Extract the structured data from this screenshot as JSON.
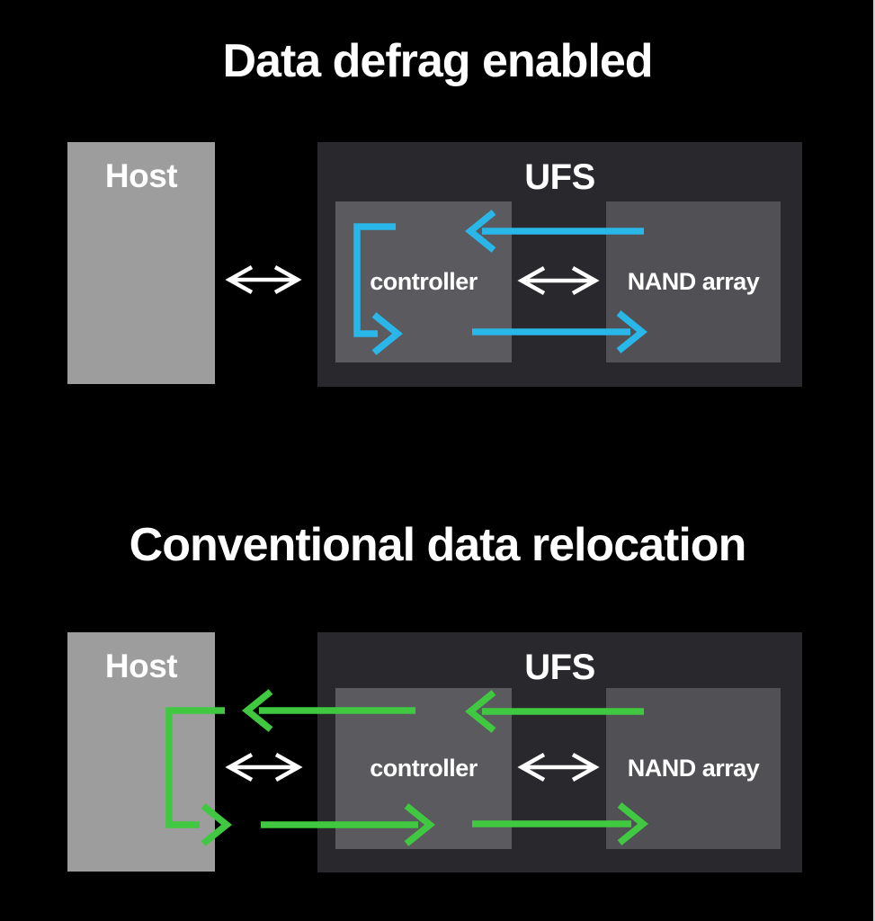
{
  "colors": {
    "background": "#000000",
    "host_box": "#9d9d9d",
    "ufs_box": "#29282d",
    "controller_box": "#5b5a5f",
    "nand_box": "#515055",
    "label_text": "#ffffff",
    "sync_arrow_white": "#ffffff",
    "defrag_arrow_blue": "#29b6e8",
    "relocation_arrow_green": "#40c940",
    "edge_line": "#cfcfcf"
  },
  "sections": {
    "defrag": {
      "title": "Data defrag enabled",
      "host_label": "Host",
      "ufs_label": "UFS",
      "controller_label": "controller",
      "nand_label": "NAND array"
    },
    "conventional": {
      "title": "Conventional data relocation",
      "host_label": "Host",
      "ufs_label": "UFS",
      "controller_label": "controller",
      "nand_label": "NAND array"
    }
  }
}
